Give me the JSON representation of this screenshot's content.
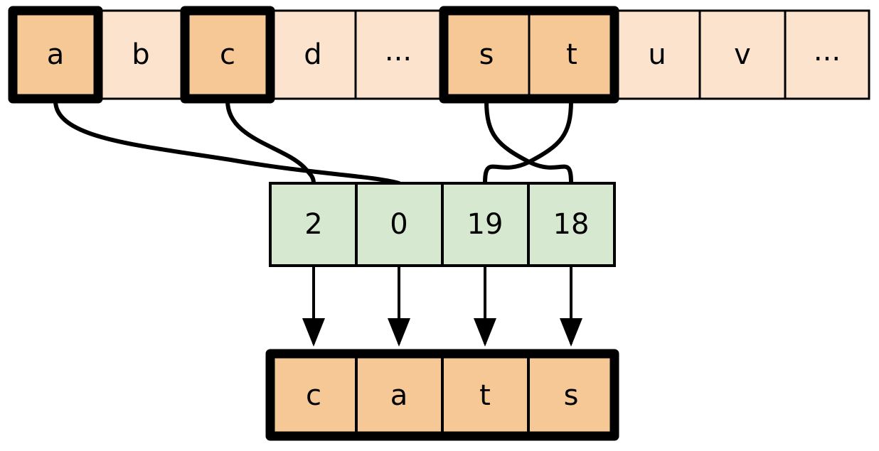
{
  "diagram": {
    "type": "array-indexing-diagram",
    "colors": {
      "highlight_fill": "#f5c896",
      "plain_fill": "#fbe3ce",
      "index_fill": "#d7e8d0",
      "stroke": "#000000",
      "background": "#ffffff"
    },
    "alphabet_row": {
      "name": "alphabet-array",
      "cells": [
        {
          "label": "a",
          "highlighted": true
        },
        {
          "label": "b",
          "highlighted": false
        },
        {
          "label": "c",
          "highlighted": true
        },
        {
          "label": "d",
          "highlighted": false
        },
        {
          "label": "...",
          "highlighted": false
        },
        {
          "label": "s",
          "highlighted": true
        },
        {
          "label": "t",
          "highlighted": true
        },
        {
          "label": "u",
          "highlighted": false
        },
        {
          "label": "v",
          "highlighted": false
        },
        {
          "label": "...",
          "highlighted": false
        }
      ]
    },
    "index_row": {
      "name": "index-array",
      "cells": [
        {
          "label": "2"
        },
        {
          "label": "0"
        },
        {
          "label": "19"
        },
        {
          "label": "18"
        }
      ]
    },
    "result_row": {
      "name": "result-array",
      "cells": [
        {
          "label": "c"
        },
        {
          "label": "a"
        },
        {
          "label": "t"
        },
        {
          "label": "s"
        }
      ]
    },
    "connections": [
      {
        "from": "a",
        "to": "0",
        "kind": "curve"
      },
      {
        "from": "c",
        "to": "2",
        "kind": "curve"
      },
      {
        "from": "s",
        "to": "18",
        "kind": "curve"
      },
      {
        "from": "t",
        "to": "19",
        "kind": "curve"
      },
      {
        "from": "2",
        "to": "c",
        "kind": "arrow"
      },
      {
        "from": "0",
        "to": "a",
        "kind": "arrow"
      },
      {
        "from": "19",
        "to": "t",
        "kind": "arrow"
      },
      {
        "from": "18",
        "to": "s",
        "kind": "arrow"
      }
    ]
  }
}
